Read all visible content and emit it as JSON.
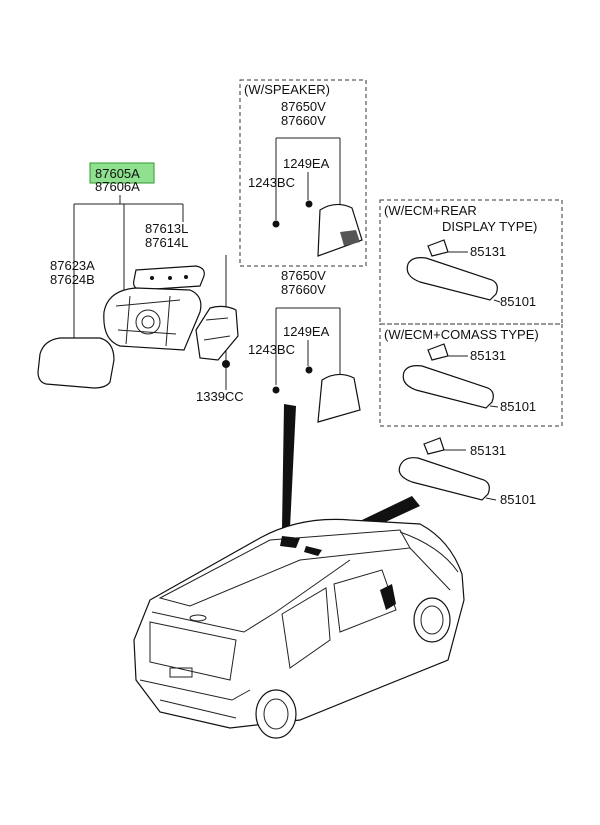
{
  "labels": {
    "mirror_assy_1": "87605A",
    "mirror_assy_2": "87606A",
    "cover_1": "87613L",
    "cover_2": "87614L",
    "glass_1": "87623A",
    "glass_2": "87624B",
    "screw_outer": "1339CC",
    "box_speaker_title": "(W/SPEAKER)",
    "speaker_part_1": "87650V",
    "speaker_part_2": "87660V",
    "speaker_screw_a": "1249EA",
    "speaker_screw_b": "1243BC",
    "plain_part_1": "87650V",
    "plain_part_2": "87660V",
    "plain_screw_a": "1249EA",
    "plain_screw_b": "1243BC",
    "box_rear_title_1": "(W/ECM+REAR",
    "box_rear_title_2": "DISPLAY TYPE)",
    "rear_bracket": "85131",
    "rear_mirror": "85101",
    "box_compass_title": "(W/ECM+COMASS TYPE)",
    "compass_bracket": "85131",
    "compass_mirror": "85101",
    "std_bracket": "85131",
    "std_mirror": "85101"
  },
  "colors": {
    "highlight": "#8fe08f",
    "line": "#222222"
  }
}
